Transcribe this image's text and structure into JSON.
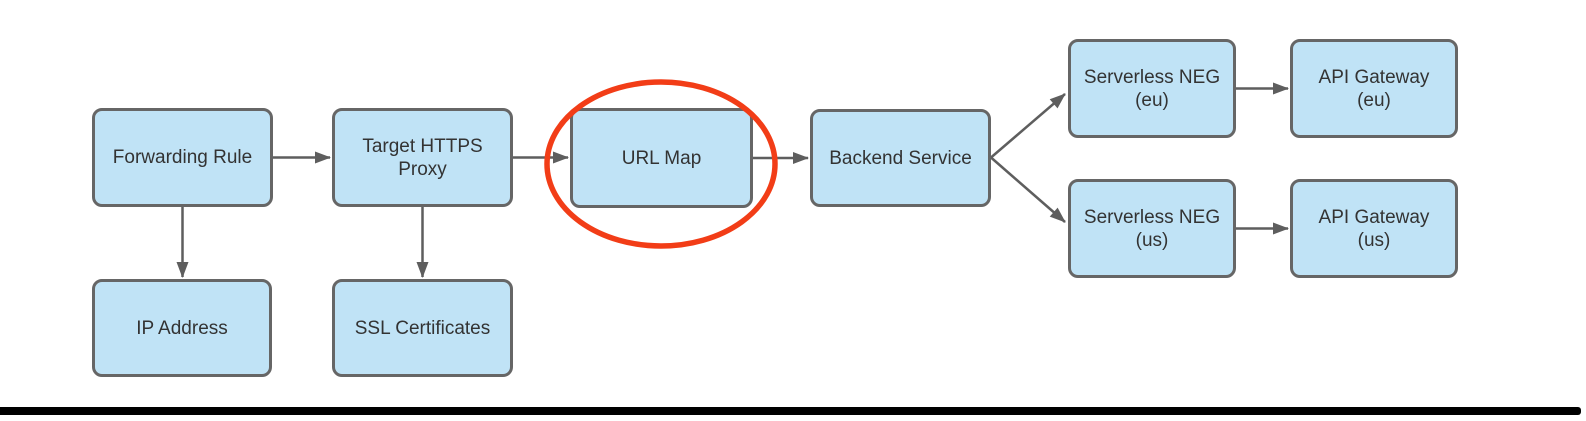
{
  "diagram": {
    "nodes": [
      {
        "id": "forwarding-rule",
        "label": "Forwarding Rule",
        "highlighted": false
      },
      {
        "id": "target-https-proxy",
        "label": "Target HTTPS Proxy",
        "highlighted": false
      },
      {
        "id": "url-map",
        "label": "URL Map",
        "highlighted": true
      },
      {
        "id": "backend-service",
        "label": "Backend Service",
        "highlighted": false
      },
      {
        "id": "serverless-neg-eu",
        "label": "Serverless NEG (eu)",
        "highlighted": false
      },
      {
        "id": "api-gateway-eu",
        "label": "API Gateway (eu)",
        "highlighted": false
      },
      {
        "id": "serverless-neg-us",
        "label": "Serverless NEG (us)",
        "highlighted": false
      },
      {
        "id": "api-gateway-us",
        "label": "API Gateway (us)",
        "highlighted": false
      },
      {
        "id": "ip-address",
        "label": "IP Address",
        "highlighted": false
      },
      {
        "id": "ssl-certificates",
        "label": "SSL Certificates",
        "highlighted": false
      }
    ],
    "edges": [
      {
        "from": "forwarding-rule",
        "to": "target-https-proxy"
      },
      {
        "from": "target-https-proxy",
        "to": "url-map"
      },
      {
        "from": "url-map",
        "to": "backend-service"
      },
      {
        "from": "backend-service",
        "to": "serverless-neg-eu"
      },
      {
        "from": "backend-service",
        "to": "serverless-neg-us"
      },
      {
        "from": "serverless-neg-eu",
        "to": "api-gateway-eu"
      },
      {
        "from": "serverless-neg-us",
        "to": "api-gateway-us"
      },
      {
        "from": "forwarding-rule",
        "to": "ip-address"
      },
      {
        "from": "target-https-proxy",
        "to": "ssl-certificates"
      }
    ],
    "annotations": [
      {
        "type": "ellipse-highlight",
        "target": "url-map"
      }
    ],
    "colors": {
      "background": "#ffffff",
      "node_fill": "#c0e3f6",
      "node_border": "#666666",
      "node_text": "#333333",
      "arrow": "#5e5e5e",
      "highlight": "#f23d17",
      "bottom_bar": "#000000"
    }
  }
}
